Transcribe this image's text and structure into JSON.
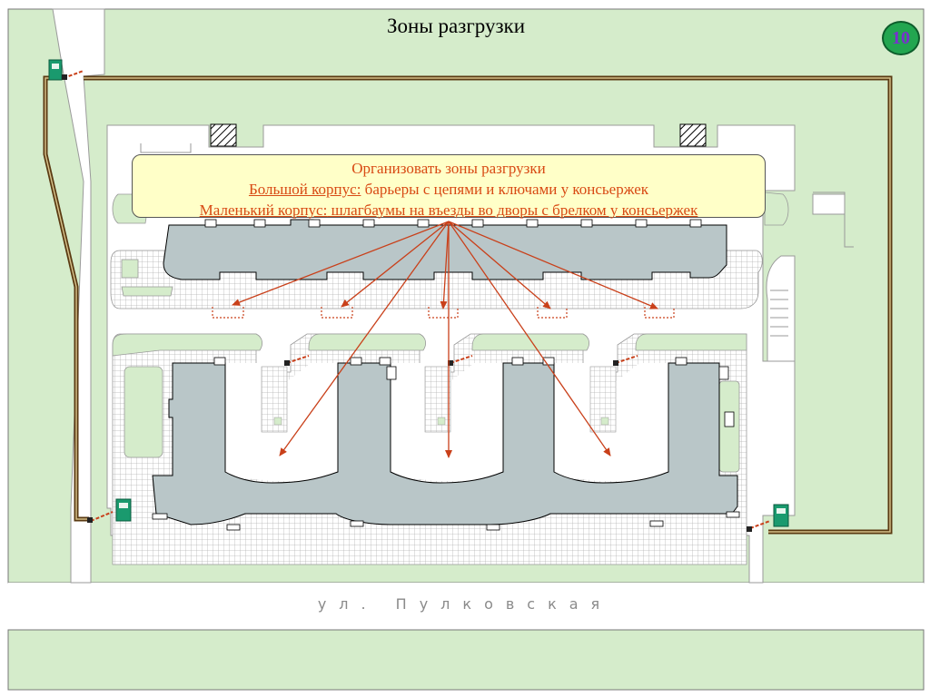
{
  "title": "Зоны разгрузки",
  "slide_number": "10",
  "callout": {
    "line1": "Организовать зоны разгрузки",
    "line2_label": "Большой корпус:",
    "line2_text": " барьеры с цепями и ключами у консьержек",
    "line3_label": "Маленький корпус:",
    "line3_text": " шлагбаумы на въезды во дворы с брелком у консьержек"
  },
  "street_label": "ул. Пулковская",
  "colors": {
    "lawn": "#d5eccb",
    "building": "#b9c6c8",
    "fence": "#5a3a12",
    "arrow": "#c9401a",
    "guard_booth": "#1a9a6e",
    "pavement": "#cfcfcf"
  },
  "icons": [
    "guard-booth-icon",
    "barrier-gate-icon",
    "hatched-structure-icon",
    "unloading-zone-marker"
  ]
}
